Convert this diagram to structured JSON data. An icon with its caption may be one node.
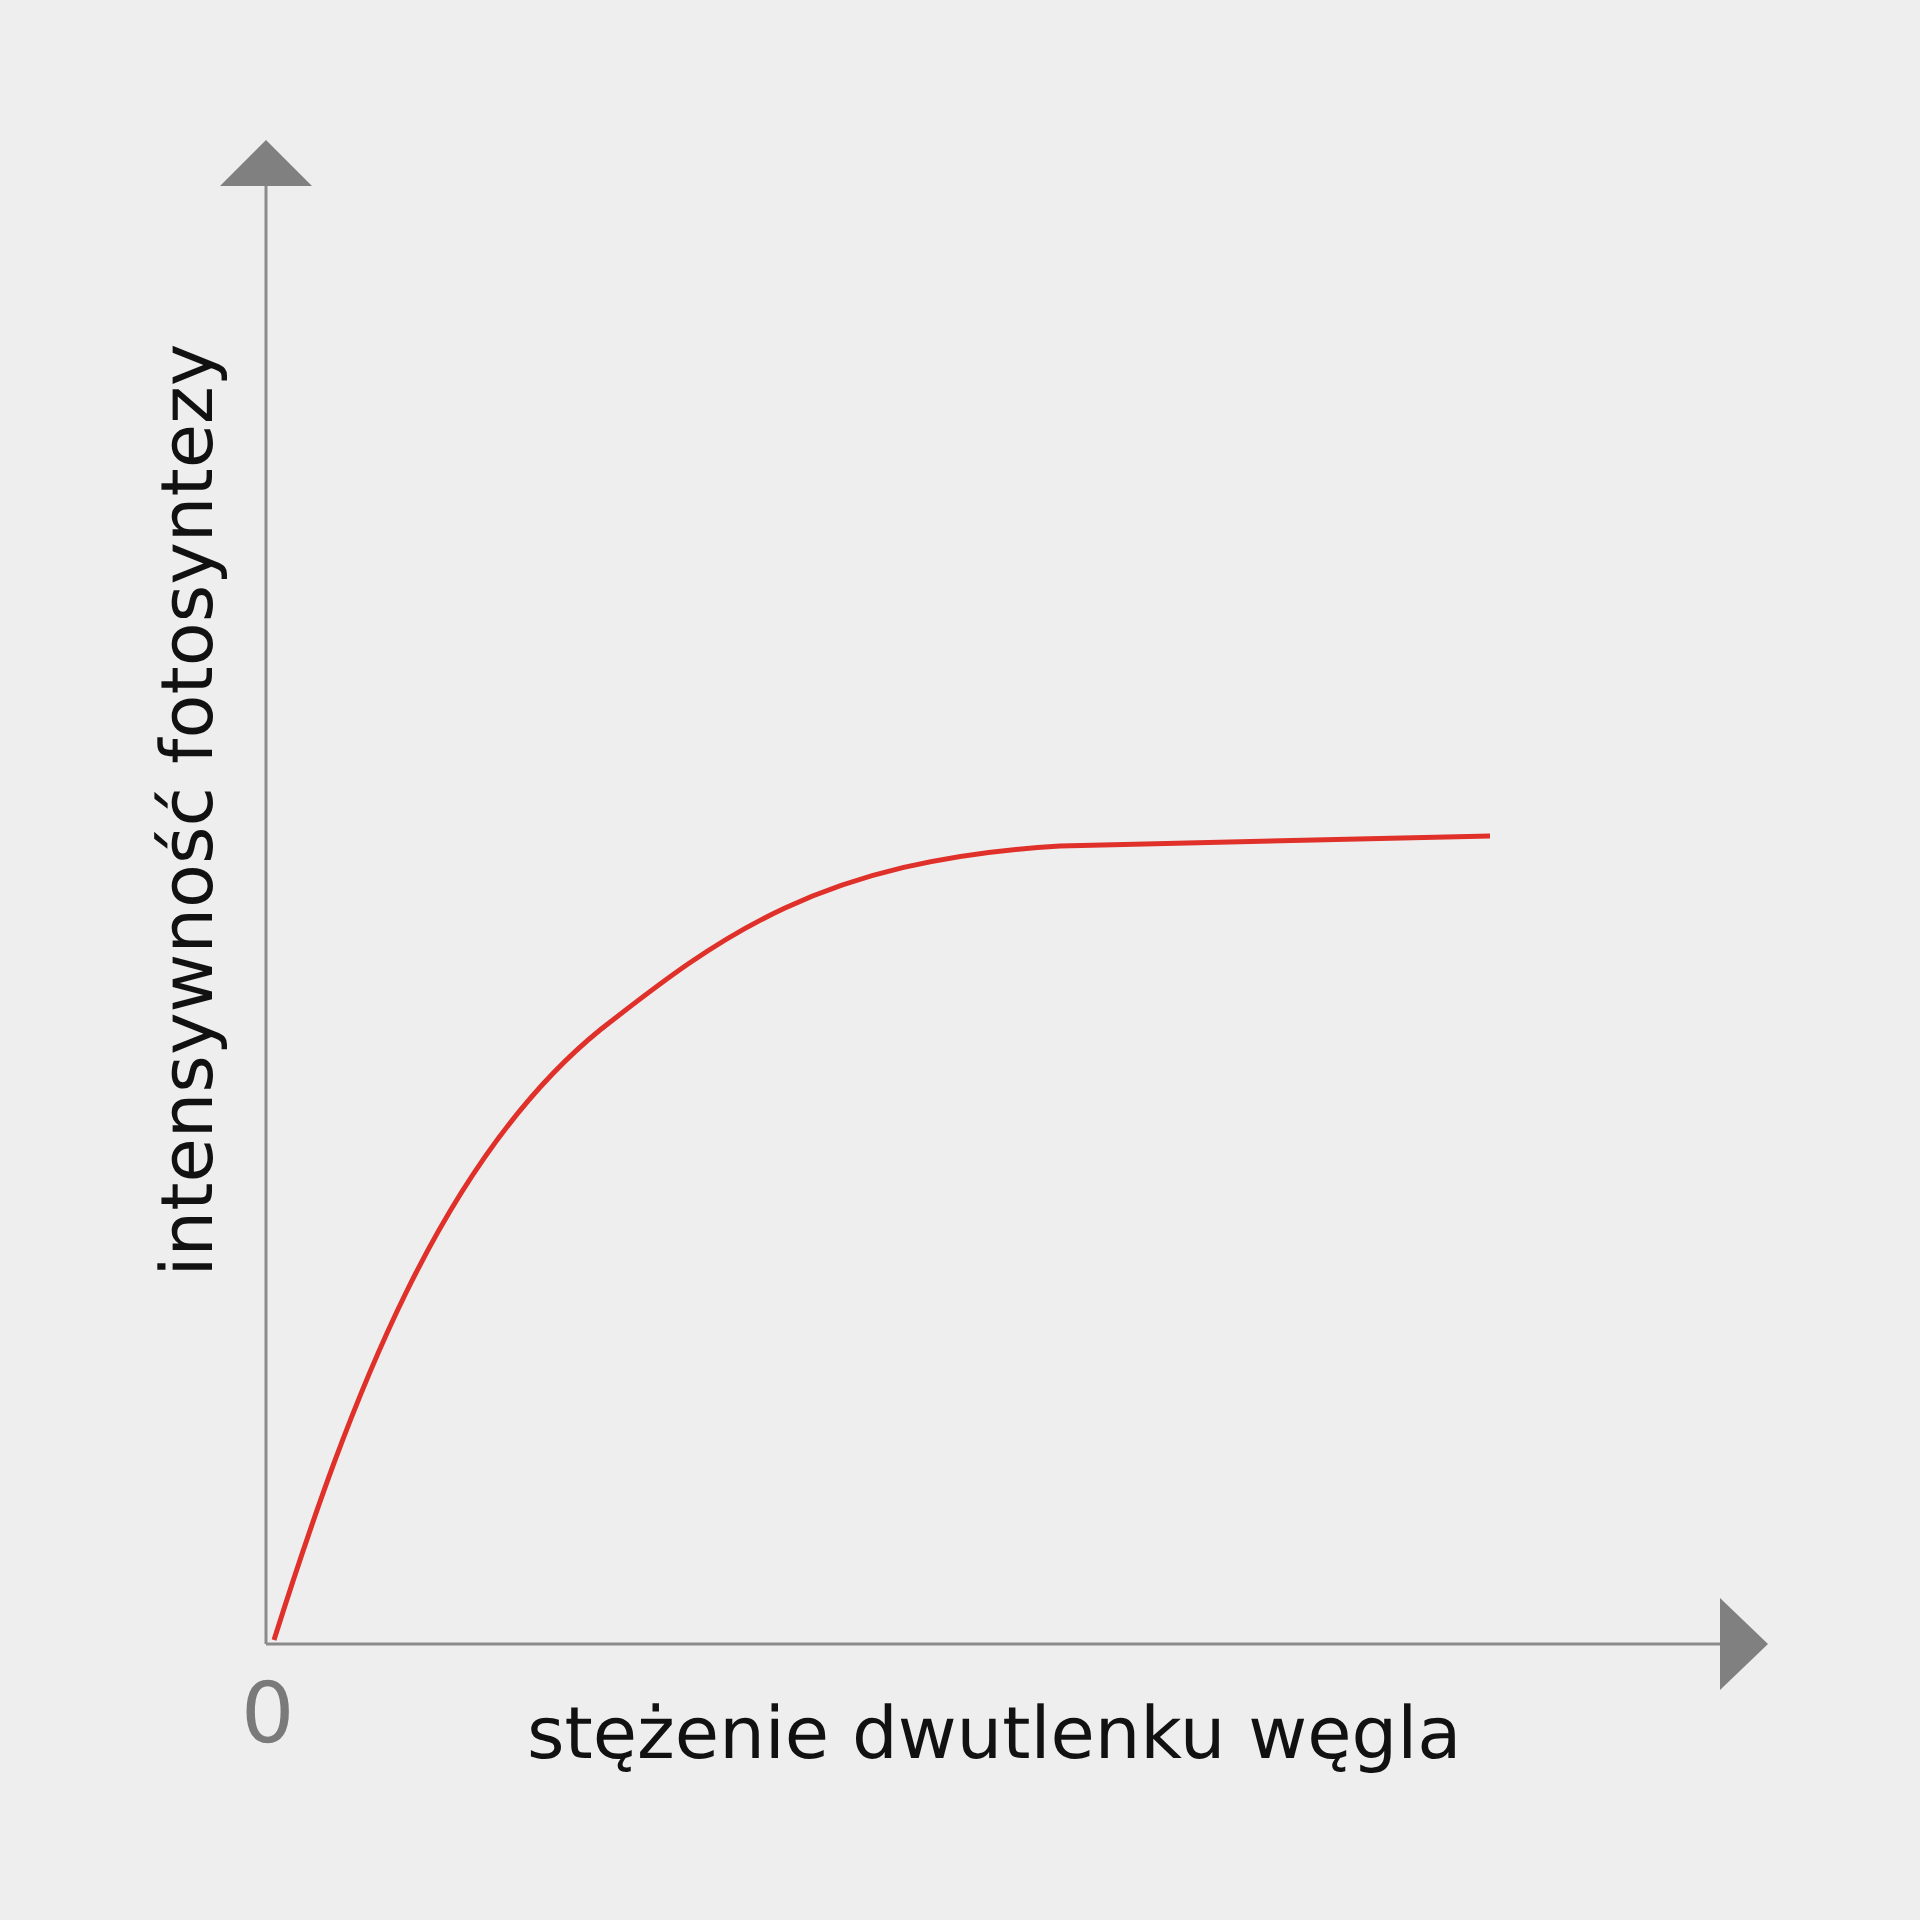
{
  "diagram": {
    "labels": [
      "intensywność fotosyntezy",
      "0",
      "stężenie dwutlenku węgla"
    ]
  }
}
